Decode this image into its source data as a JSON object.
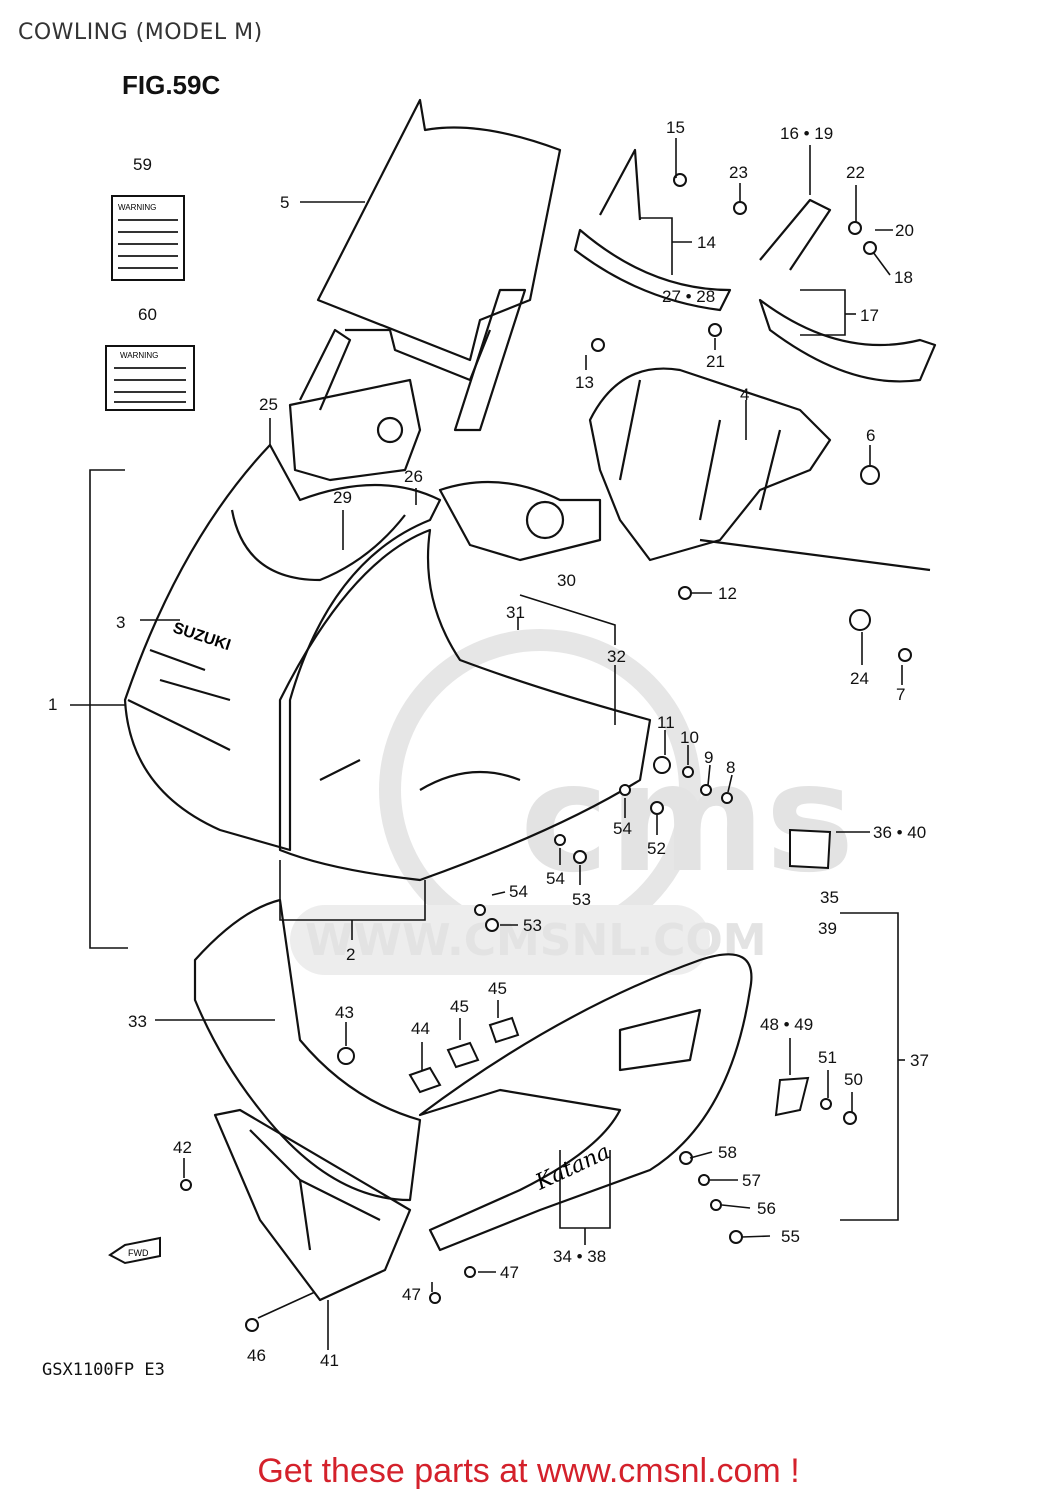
{
  "header": {
    "title": "COWLING (MODEL M)",
    "figure": "FIG.59C"
  },
  "model_code": "GSX1100FP  E3",
  "footer_text": "Get these parts at www.cmsnl.com !",
  "watermark": {
    "logo": "cms",
    "url": "WWW.CMSNL.COM"
  },
  "decals": {
    "label_59": "WARNING",
    "label_60": "WARNING"
  },
  "part_text": {
    "brand": "SUZUKI",
    "model_script": "Katana",
    "fwd": "FWD"
  },
  "callouts": [
    "59",
    "60",
    "5",
    "25",
    "26",
    "29",
    "3",
    "1",
    "2",
    "15",
    "16 • 19",
    "23",
    "22",
    "20",
    "18",
    "14",
    "27 • 28",
    "17",
    "13",
    "21",
    "4",
    "6",
    "12",
    "30",
    "31",
    "32",
    "24",
    "7",
    "11",
    "10",
    "9",
    "8",
    "54",
    "52",
    "54",
    "53",
    "54",
    "53",
    "36 • 40",
    "35",
    "39",
    "33",
    "43",
    "44",
    "45",
    "45",
    "48 • 49",
    "51",
    "50",
    "37",
    "42",
    "58",
    "57",
    "56",
    "55",
    "34 • 38",
    "47",
    "47",
    "46",
    "41"
  ],
  "colors": {
    "line": "#111111",
    "footer": "#d4212b",
    "watermark": "#e3e3e3"
  }
}
